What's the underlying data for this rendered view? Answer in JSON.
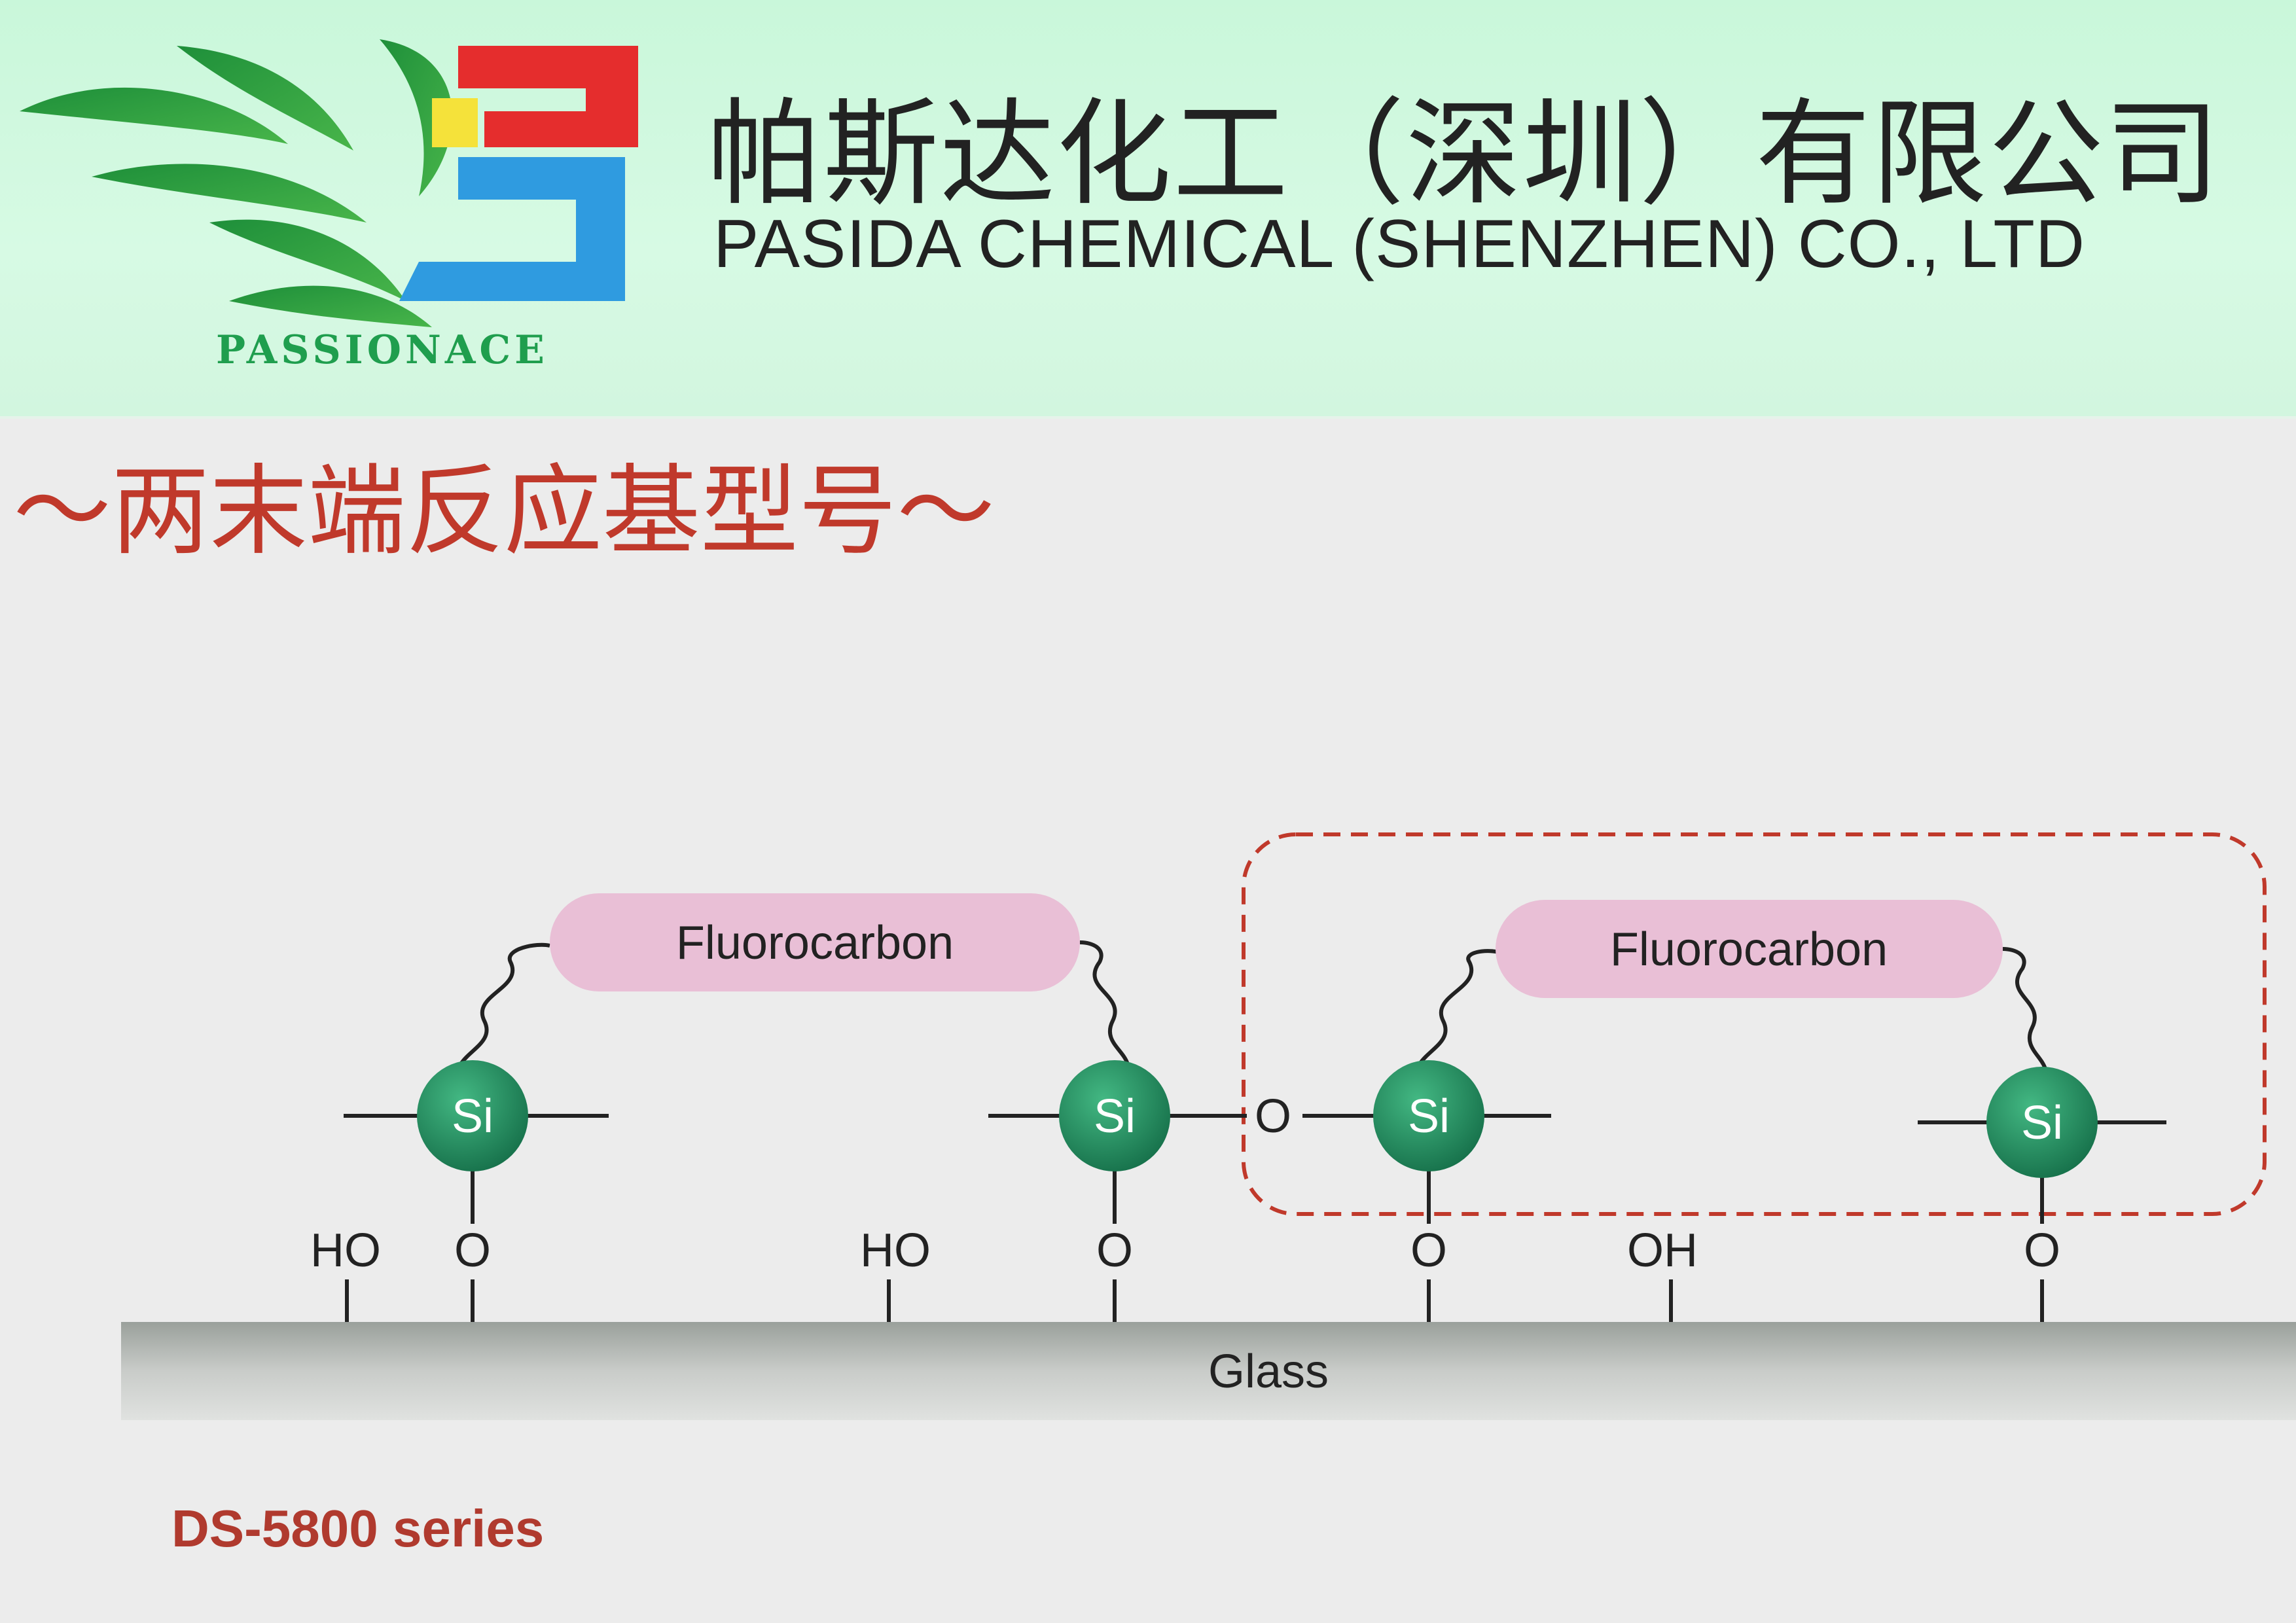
{
  "header": {
    "logo_text": "PASSIONACE",
    "company_cn": "帕斯达化工（深圳）有限公司",
    "company_en": "PASIDA CHEMICAL (SHENZHEN) CO., LTD"
  },
  "section_title": "～两末端反应基型号～",
  "diagram": {
    "fluorocarbon_left": "Fluorocarbon",
    "fluorocarbon_right": "Fluorocarbon",
    "si_labels": [
      "Si",
      "Si",
      "Si",
      "Si"
    ],
    "bridge_o": "O",
    "ho_labels": [
      "HO",
      "HO"
    ],
    "oh_label": "OH",
    "o_labels": [
      "O",
      "O",
      "O",
      "O"
    ],
    "substrate": "Glass"
  },
  "series_label": "DS-5800 series",
  "colors": {
    "header_bg": "#d2f7df",
    "title_red": "#c0392b",
    "si_green": "#1f8a5c",
    "fluoro_pink": "#e9bfd6",
    "dash_red": "#c0392b"
  }
}
